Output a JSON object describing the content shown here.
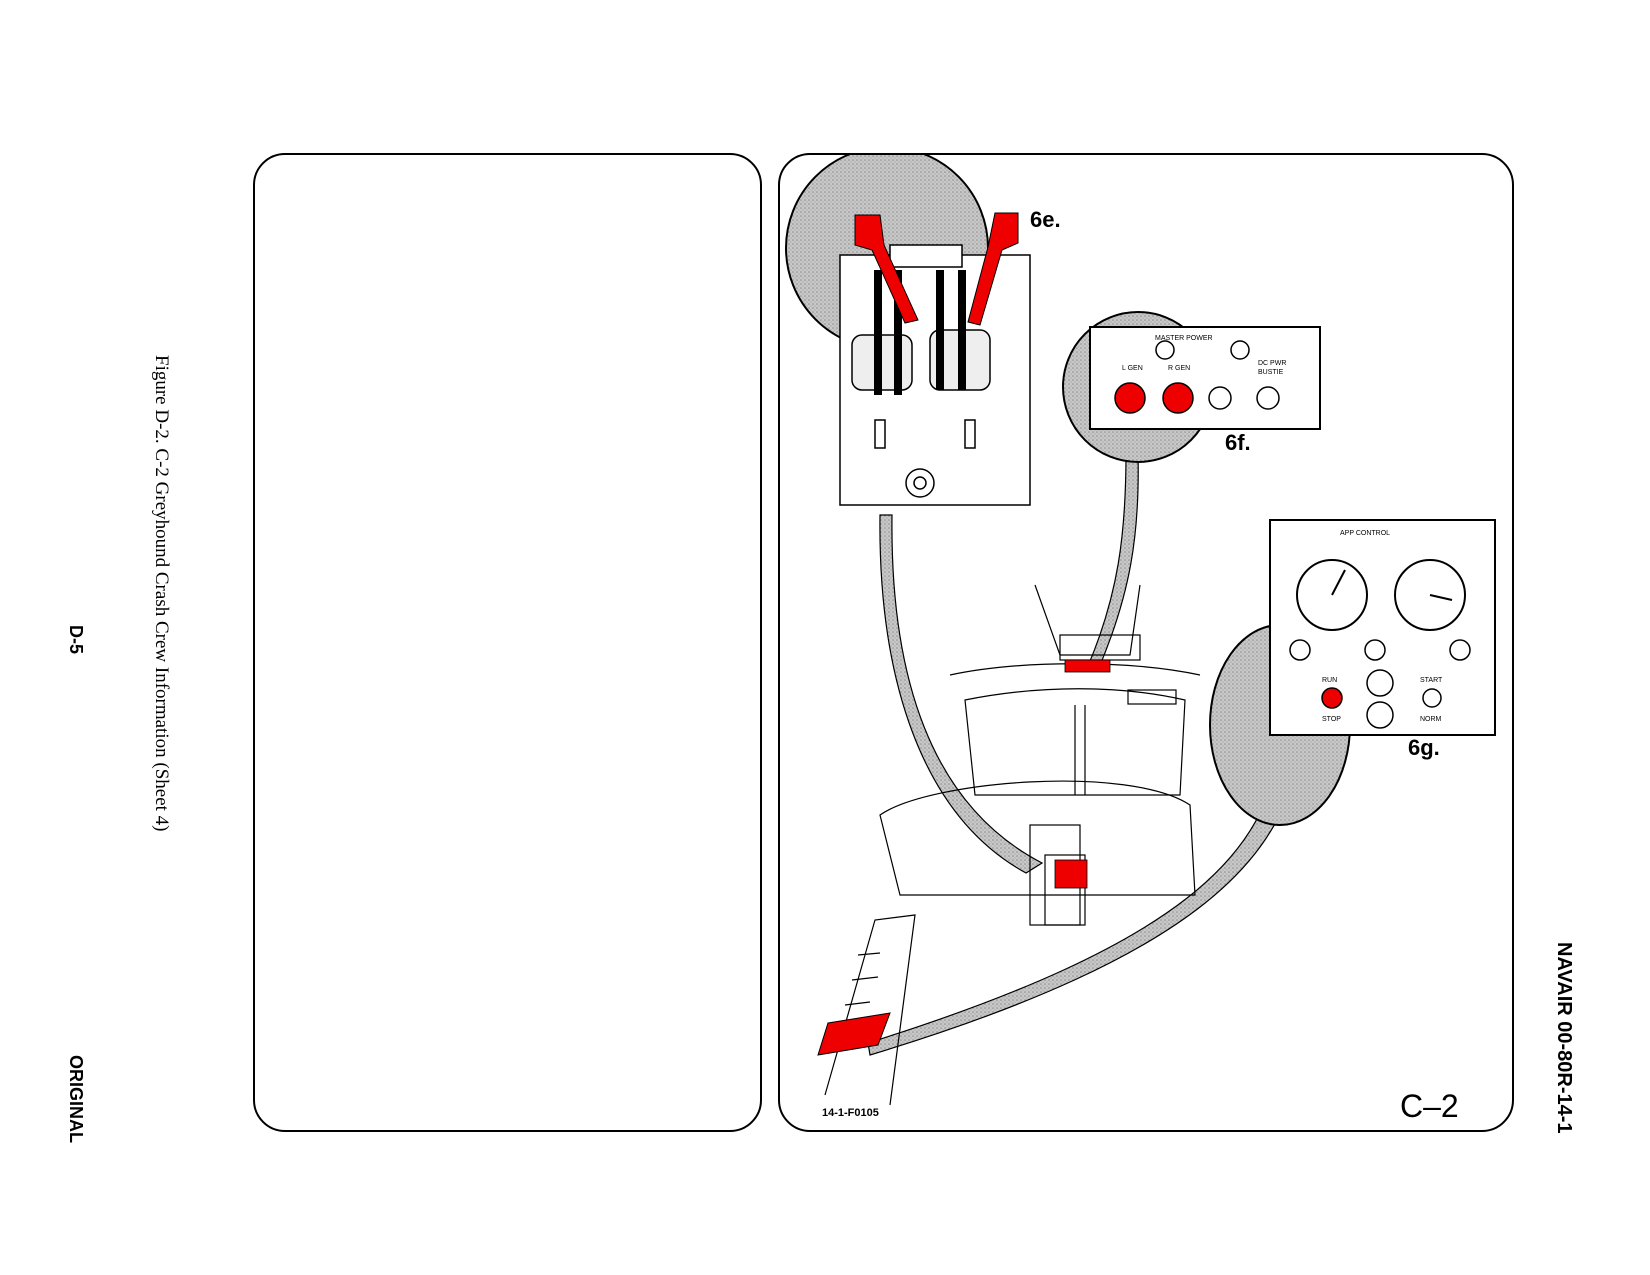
{
  "caption": "Figure D-2.  C-2 Greyhound Crash Crew Information (Sheet 4)",
  "page_number": "D-5",
  "status": "ORIGINAL",
  "document_id": "NAVAIR 00-80R-14-1",
  "illustration": {
    "labels": {
      "e": "6e.",
      "f": "6f.",
      "g": "6g."
    },
    "figure_code": "14-1-F0105",
    "aircraft": "C–2",
    "master_power": {
      "title": "MASTER POWER",
      "l_gen": "L GEN",
      "r_gen": "R GEN",
      "dc_pwr": "DC PWR",
      "bustie": "BUSTIE"
    },
    "app_control": {
      "title": "APP CONTROL",
      "run": "RUN",
      "stop": "STOP",
      "start": "START",
      "norm": "NORM"
    }
  }
}
